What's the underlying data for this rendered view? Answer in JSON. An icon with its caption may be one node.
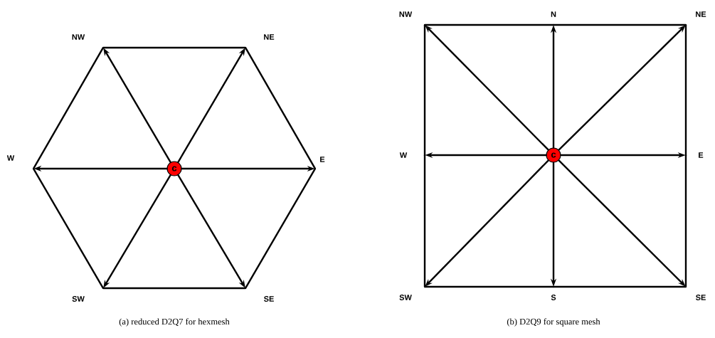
{
  "diagram": {
    "nodes": [
      {
        "text": [
          "c"
        ]
      },
      {
        "text": [],
        "shape": "point",
        "beside": [
          "NW"
        ]
      },
      {
        "text": [],
        "shape": "point",
        "beside": [
          "NE"
        ]
      },
      {
        "text": [],
        "shape": "point",
        "beside": [
          "W"
        ]
      },
      {
        "text": [],
        "shape": "point",
        "beside": [
          "E"
        ]
      },
      {
        "text": [],
        "shape": "point",
        "beside": [
          "SW"
        ]
      },
      {
        "text": [],
        "shape": "point",
        "beside": [
          "SE"
        ]
      },
      {
        "text": [
          "c"
        ]
      },
      {
        "text": [],
        "shape": "point",
        "beside": [
          "NW"
        ]
      },
      {
        "text": [],
        "shape": "point",
        "beside": [
          "N"
        ]
      },
      {
        "text": [],
        "shape": "point",
        "beside": [
          "NE"
        ]
      },
      {
        "text": [],
        "shape": "point",
        "beside": [
          "W"
        ]
      },
      {
        "text": [],
        "shape": "point",
        "beside": [
          "E"
        ]
      },
      {
        "text": [],
        "shape": "point",
        "beside": [
          "SW"
        ]
      },
      {
        "text": [],
        "shape": "point",
        "beside": [
          "S"
        ]
      },
      {
        "text": [],
        "shape": "point",
        "beside": [
          "SE"
        ]
      }
    ],
    "edges": [
      {
        "from": 0,
        "to": 1,
        "arrow": "to"
      },
      {
        "from": 0,
        "to": 2,
        "arrow": "to"
      },
      {
        "from": 0,
        "to": 3,
        "arrow": "to"
      },
      {
        "from": 0,
        "to": 4,
        "arrow": "to"
      },
      {
        "from": 0,
        "to": 5,
        "arrow": "to"
      },
      {
        "from": 0,
        "to": 6,
        "arrow": "to"
      },
      {
        "from": 1,
        "to": 2,
        "arrow": "none"
      },
      {
        "from": 2,
        "to": 4,
        "arrow": "none"
      },
      {
        "from": 4,
        "to": 6,
        "arrow": "none"
      },
      {
        "from": 6,
        "to": 5,
        "arrow": "none"
      },
      {
        "from": 5,
        "to": 3,
        "arrow": "none"
      },
      {
        "from": 3,
        "to": 1,
        "arrow": "none"
      },
      {
        "from": 7,
        "to": 8,
        "arrow": "to"
      },
      {
        "from": 7,
        "to": 9,
        "arrow": "to"
      },
      {
        "from": 7,
        "to": 10,
        "arrow": "to"
      },
      {
        "from": 7,
        "to": 11,
        "arrow": "to"
      },
      {
        "from": 7,
        "to": 12,
        "arrow": "to"
      },
      {
        "from": 7,
        "to": 13,
        "arrow": "to"
      },
      {
        "from": 7,
        "to": 14,
        "arrow": "to"
      },
      {
        "from": 7,
        "to": 15,
        "arrow": "to"
      },
      {
        "from": 8,
        "to": 9,
        "arrow": "none"
      },
      {
        "from": 9,
        "to": 10,
        "arrow": "none"
      },
      {
        "from": 10,
        "to": 12,
        "arrow": "none"
      },
      {
        "from": 12,
        "to": 15,
        "arrow": "none"
      },
      {
        "from": 15,
        "to": 14,
        "arrow": "none"
      },
      {
        "from": 14,
        "to": 13,
        "arrow": "none"
      },
      {
        "from": 13,
        "to": 11,
        "arrow": "none"
      },
      {
        "from": 11,
        "to": 8,
        "arrow": "none"
      }
    ],
    "labels": [
      "(a) reduced D2Q7 for hexmesh",
      "(b) D2Q9 for square mesh"
    ]
  }
}
